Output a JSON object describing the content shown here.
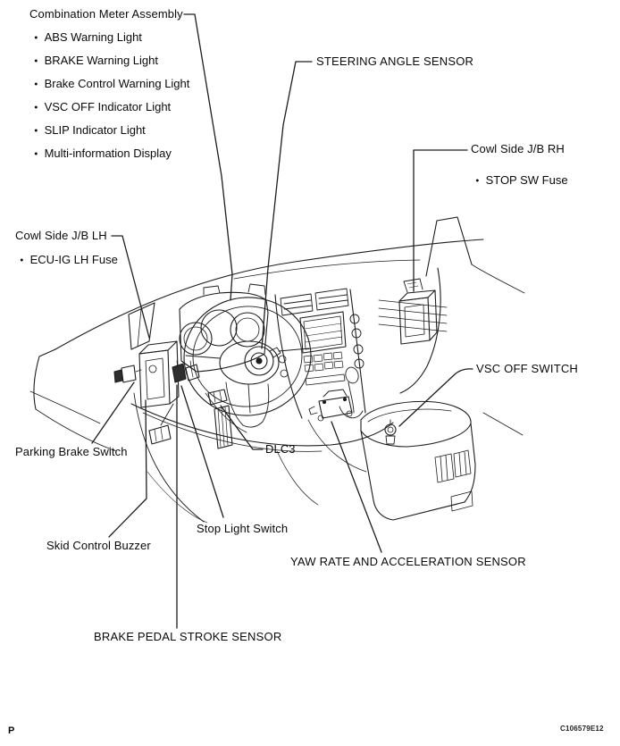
{
  "bullet_char": "•",
  "figure": {
    "page_marker": "P",
    "code": "C106579E12"
  },
  "labels": {
    "combination_meter": {
      "title": "Combination Meter Assembly",
      "items": [
        "ABS Warning Light",
        "BRAKE Warning Light",
        "Brake Control Warning Light",
        "VSC OFF Indicator Light",
        "SLIP Indicator Light",
        "Multi-information Display"
      ]
    },
    "steering_angle_sensor": "STEERING ANGLE SENSOR",
    "cowl_side_jb_rh": {
      "title": "Cowl Side J/B RH",
      "items": [
        "STOP SW Fuse"
      ]
    },
    "cowl_side_jb_lh": {
      "title": "Cowl Side J/B LH",
      "items": [
        "ECU-IG LH Fuse"
      ]
    },
    "vsc_off_switch": "VSC OFF SWITCH",
    "parking_brake_switch": "Parking Brake Switch",
    "dlc3": "DLC3",
    "stop_light_switch": "Stop Light Switch",
    "skid_control_buzzer": "Skid Control Buzzer",
    "yaw_rate_sensor": "YAW RATE AND ACCELERATION SENSOR",
    "brake_pedal_stroke_sensor": "BRAKE PEDAL STROKE SENSOR"
  },
  "colors": {
    "ink": "#1d1d1d",
    "thin_ink": "#3a3a3a",
    "background": "#ffffff"
  }
}
